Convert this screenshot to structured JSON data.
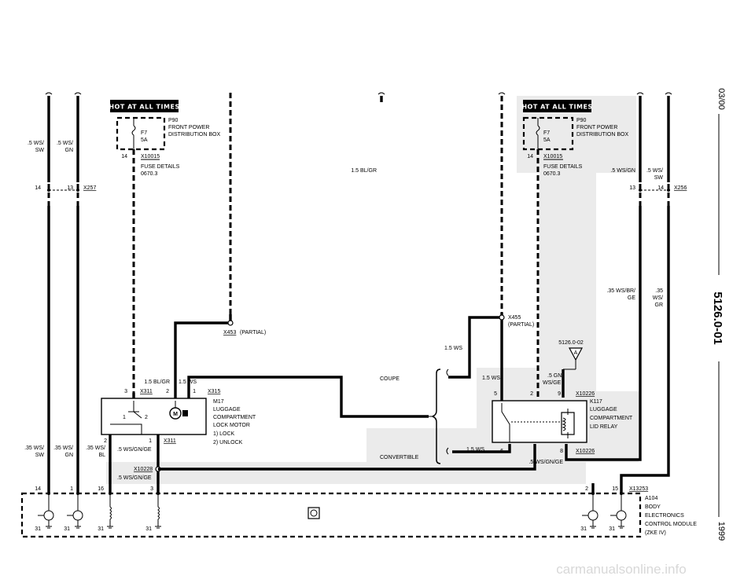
{
  "side": {
    "date": "03/00",
    "code": "5126.0-01",
    "year": "1999"
  },
  "watermark": "carmanualsonline.info",
  "hot_badges": [
    "HOT AT ALL TIMES",
    "HOT AT ALL TIMES"
  ],
  "fuse_left": {
    "name": "F7",
    "rating": "5A",
    "part": "P90",
    "line1": "FRONT POWER",
    "line2": "DISTRIBUTION BOX",
    "pin": "14",
    "connector": "X10015",
    "details1": "FUSE DETAILS",
    "details2": "0670.3"
  },
  "fuse_right": {
    "name": "F7",
    "rating": "5A",
    "part": "P90",
    "line1": "FRONT POWER",
    "line2": "DISTRIBUTION BOX",
    "pin": "14",
    "connector": "X10015",
    "details1": "FUSE DETAILS",
    "details2": "0670.3"
  },
  "wires": {
    "w1a": ".5 WS/",
    "w1b": "SW",
    "w2a": ".5 WS/",
    "w2b": "GN",
    "bl_gr_top": "1.5 BL/GR",
    "ws_gn_right": ".5 WS/GN",
    "ws_sw_r_a": ".5 WS/",
    "ws_sw_r_b": "SW",
    "ws_br_a": ".35 WS/BR/",
    "ws_br_b": "GE",
    "ws_gr_a": ".35",
    "ws_gr_b": "WS/",
    "ws_gr_c": "GR",
    "ws_15_mid": "1.5 WS",
    "bl_gr_low": "1.5 BL/GR",
    "ws_15_low": "1.5 WS",
    "ws_15_relay": "1.5 WS",
    "gn_ws_a": ".5 GN/",
    "gn_ws_b": "WS/GE",
    "ws_15_conv": "1.5 WS",
    "sw35_a": ".35 WS/",
    "sw35_b": "SW",
    "gn35_a": ".35 WS/",
    "gn35_b": "GN",
    "bl35_a": ".35 WS/",
    "bl35_b": "BL",
    "gngeA": ".5 WS/GN/GE",
    "gngeB": ".5 WS/GN/GE",
    "gngeC": ".5 WS/GN/GE"
  },
  "connectors": {
    "x257": "X257",
    "x257_p1": "14",
    "x257_p2": "13",
    "x256": "X256",
    "x256_p1": "13",
    "x256_p2": "14",
    "x453": "X453",
    "x453_note": "(PARTIAL)",
    "x455": "X455",
    "x455_note": "(PARTIAL)",
    "ref_a": "5126.0-02",
    "x311_top": "X311",
    "x311_p3": "3",
    "x311_p2": "2",
    "x315_p1": "1",
    "x315": "X315",
    "x311_bot": "X311",
    "x311_b2": "2",
    "x311_b1": "1",
    "x10226_top": "X10226",
    "r_p5": "5",
    "r_p2": "2",
    "r_p9": "9",
    "x10226_bot": "X10226",
    "r_p6": "6",
    "r_p8": "8",
    "x10228": "X10228",
    "x13253": "X13253",
    "b_p14": "14",
    "b_p1": "1",
    "b_p16": "16",
    "b_p3": "3",
    "b_p2": "2",
    "b_p15": "15",
    "gnd": "31"
  },
  "motor": {
    "part": "M17",
    "l1": "LUGGAGE",
    "l2": "COMPARTMENT",
    "l3": "LOCK MOTOR",
    "m1": "1)   LOCK",
    "m2": "2)   UNLOCK",
    "s1": "1",
    "s2": "2"
  },
  "relay": {
    "part": "K117",
    "l1": "LUGGAGE",
    "l2": "COMPARTMENT",
    "l3": "LID RELAY"
  },
  "module": {
    "part": "A104",
    "l1": "BODY",
    "l2": "ELECTRONICS",
    "l3": "CONTROL MODULE",
    "l4": "(ZKE IV)"
  },
  "variants": {
    "coupe": "COUPE",
    "convertible": "CONVERTIBLE"
  }
}
